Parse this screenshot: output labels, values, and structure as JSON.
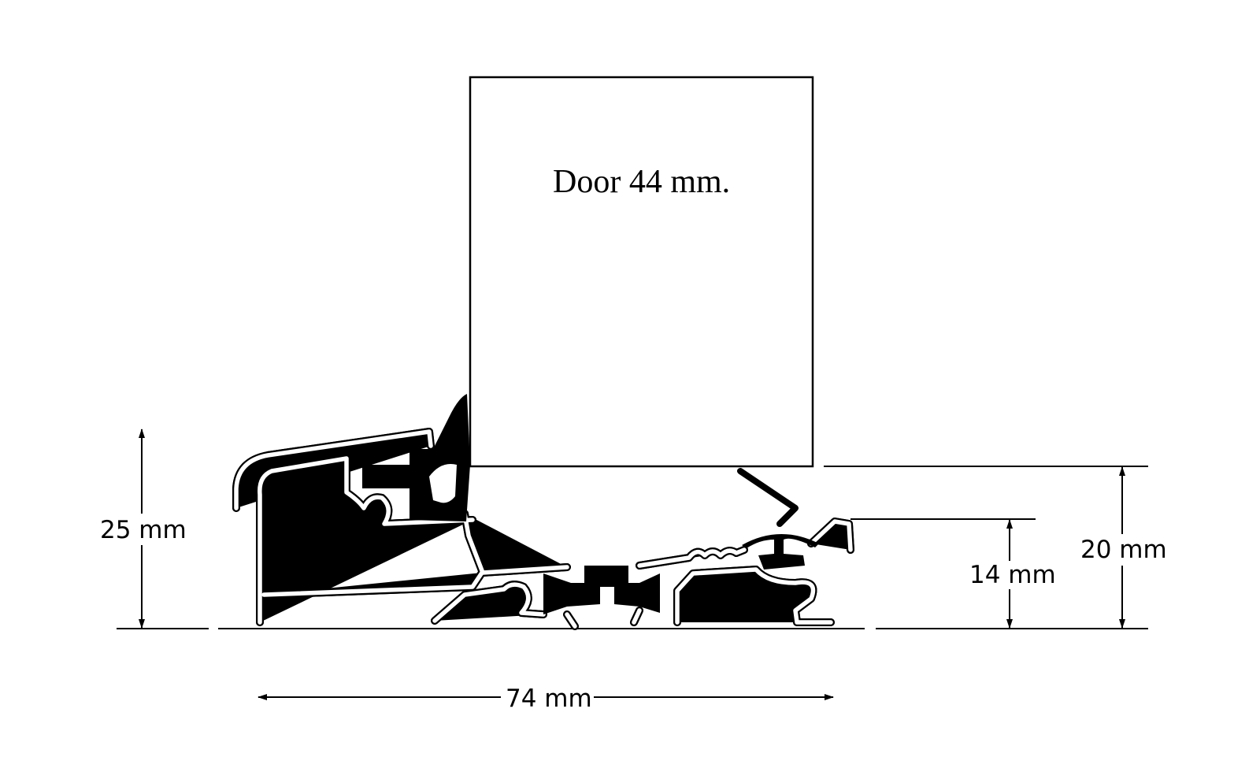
{
  "diagram": {
    "door_label": "Door 44 mm.",
    "dimensions": {
      "overall_height": "25 mm",
      "width": "74 mm",
      "inner_height": "14 mm",
      "threshold_height": "20 mm"
    }
  }
}
